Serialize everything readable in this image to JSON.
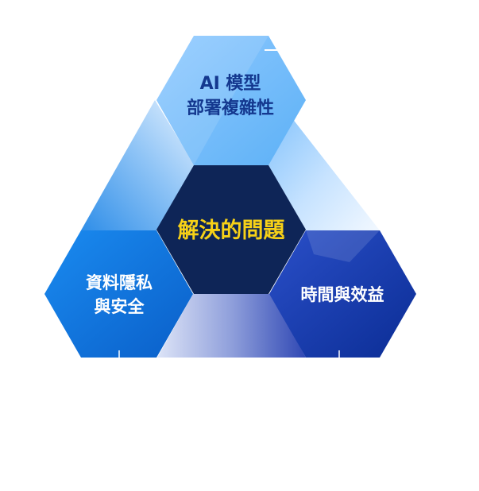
{
  "diagram": {
    "center": {
      "text": "解決的問題",
      "color": "#f7d117"
    },
    "top": {
      "line1": "AI 模型",
      "line2": "部署複雜性",
      "color": "#14388f"
    },
    "left": {
      "line1": "資料隱私",
      "line2": "與安全",
      "color": "#ffffff"
    },
    "right": {
      "line1": "時間與效益",
      "color": "#ffffff"
    }
  }
}
